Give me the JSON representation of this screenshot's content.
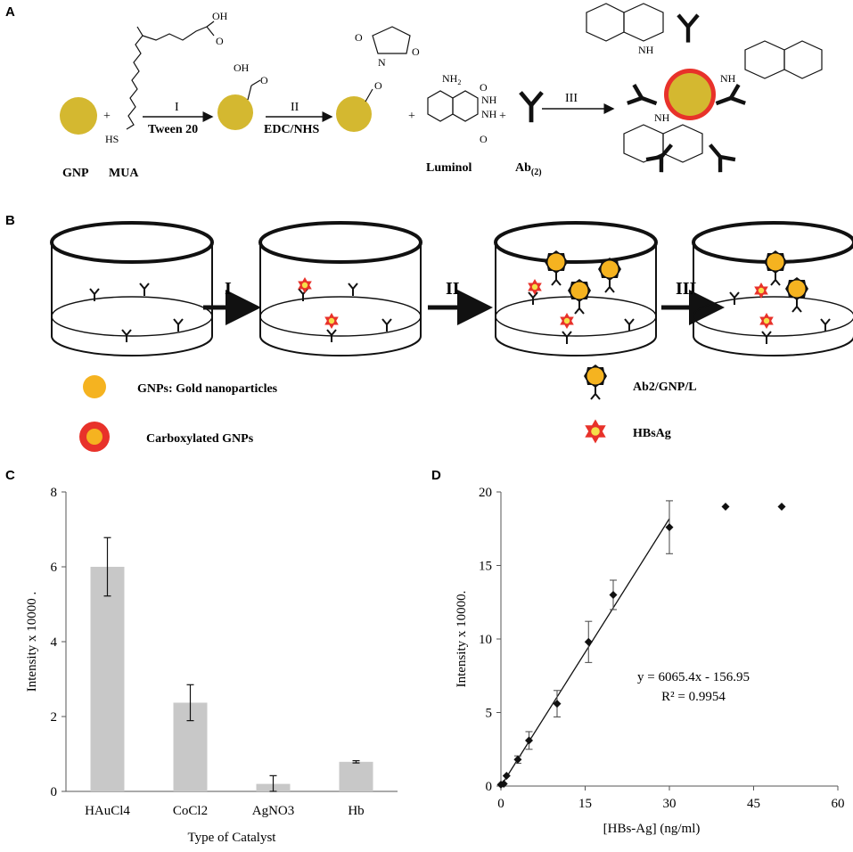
{
  "panels": {
    "a": "A",
    "b": "B",
    "c": "C",
    "d": "D"
  },
  "scheme_a": {
    "gnp": "GNP",
    "mua": "MUA",
    "step1_label": "I",
    "step1_reagent": "Tween 20",
    "step2_label": "II",
    "step2_reagent": "EDC/NHS",
    "luminol": "Luminol",
    "ab_main": "Ab",
    "ab_sub": "(2)",
    "step3_label": "III",
    "plus": "+",
    "oh": "OH",
    "o": "O",
    "hs": "HS",
    "nh2": "NH",
    "nh2_sub": "2",
    "nh": "NH",
    "n": "N",
    "hn": "HN"
  },
  "scheme_b": {
    "arrow1": "I",
    "arrow2": "II",
    "arrow3": "III",
    "legend_gnp": "GNPs: Gold nanoparticles",
    "legend_carboxylated": "Carboxylated GNPs",
    "legend_conjugate": "Ab2/GNP/L",
    "legend_antigen": "HBsAg"
  },
  "colors": {
    "gold": "#d4b830",
    "orange": "#f5b320",
    "red": "#e8322a",
    "bar": "#c8c8c8",
    "axis": "#555555"
  },
  "chart_data": [
    {
      "type": "bar",
      "panel": "C",
      "categories": [
        "HAuCl4",
        "CoCl2",
        "AgNO3",
        "Hb"
      ],
      "values": [
        6.0,
        2.37,
        0.2,
        0.79
      ],
      "errors": [
        0.78,
        0.48,
        0.22,
        0.03
      ],
      "xlabel": "Type of Catalyst",
      "ylabel": "Intensity x 10000 .",
      "ylim": [
        0,
        8
      ],
      "yticks": [
        0,
        2,
        4,
        6,
        8
      ],
      "grid": false
    },
    {
      "type": "scatter",
      "panel": "D",
      "series": [
        {
          "x": [
            0,
            0.5,
            1,
            3,
            5,
            10,
            15.6,
            20,
            30,
            40,
            50
          ],
          "y": [
            0.1,
            0.15,
            0.7,
            1.8,
            3.1,
            5.6,
            9.8,
            13.0,
            17.6,
            19.0,
            19.0
          ],
          "errors": [
            0,
            0,
            0,
            0.25,
            0.6,
            0.9,
            1.4,
            1.0,
            1.8,
            0,
            0
          ]
        }
      ],
      "fit": {
        "equation": "y = 6065.4x - 156.95",
        "r2": "R² = 0.9954",
        "x_range": [
          0,
          30
        ],
        "y_range": [
          -0.016,
          18.18
        ]
      },
      "xlabel": "[HBs-Ag] (ng/ml)",
      "ylabel": "Intensity x 10000.",
      "xlim": [
        0,
        60
      ],
      "ylim": [
        0,
        20
      ],
      "xticks": [
        0,
        15,
        30,
        45,
        60
      ],
      "yticks": [
        0,
        5,
        10,
        15,
        20
      ],
      "grid": false
    }
  ]
}
